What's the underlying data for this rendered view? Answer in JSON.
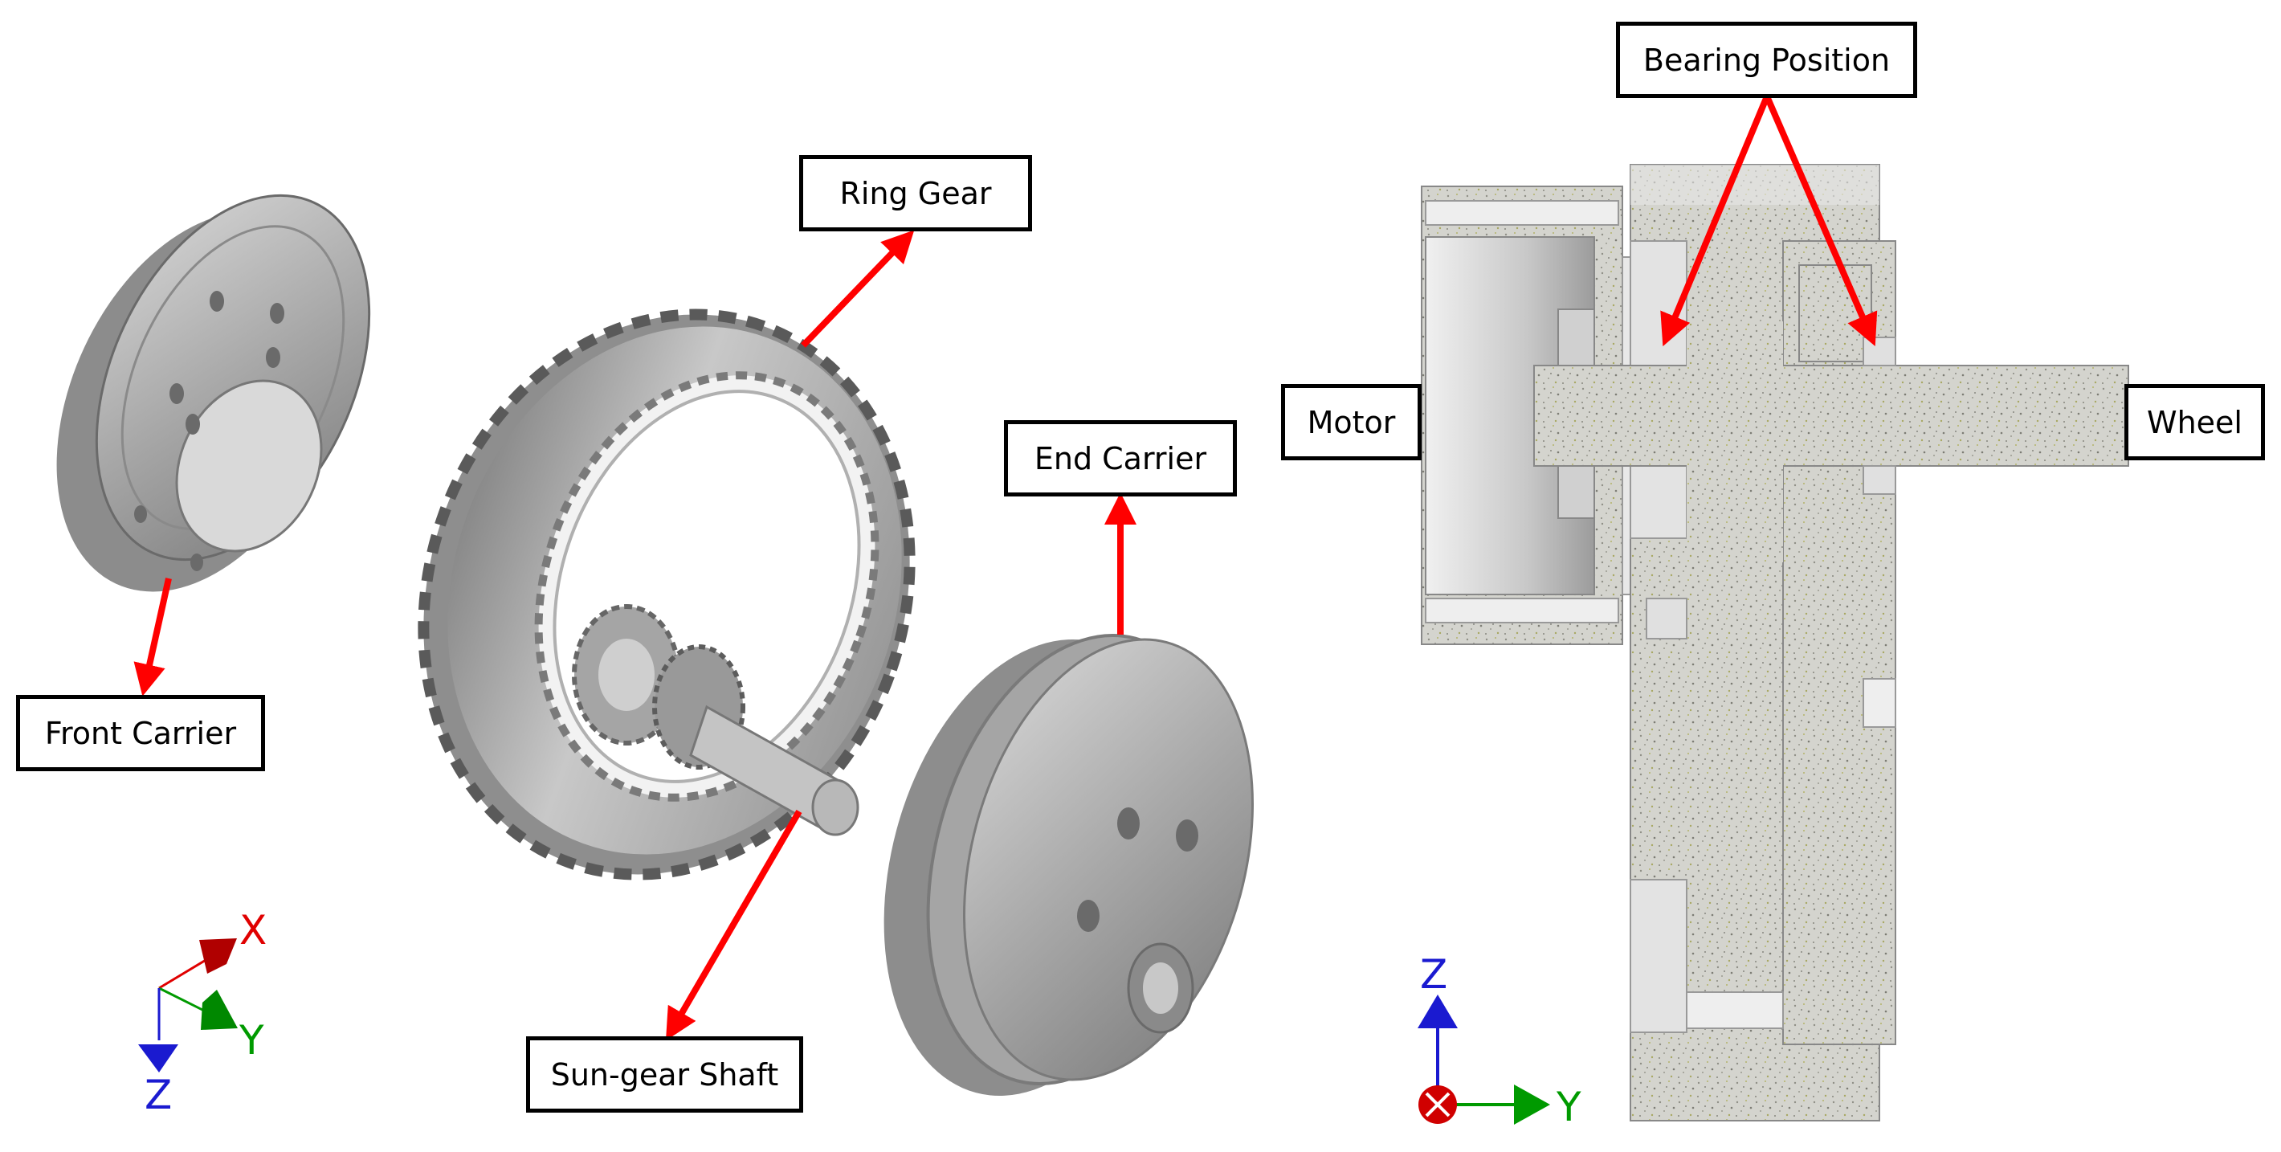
{
  "labels": {
    "ring_gear": "Ring Gear",
    "front_carrier": "Front Carrier",
    "end_carrier": "End Carrier",
    "sun_gear_shaft": "Sun-gear Shaft",
    "bearing_position": "Bearing Position",
    "motor": "Motor",
    "wheel": "Wheel"
  },
  "axes_left": {
    "x": "X",
    "y": "Y",
    "z": "Z"
  },
  "axes_right": {
    "z": "Z",
    "y": "Y"
  },
  "colors": {
    "arrow": "#ff0000",
    "part_gray": "#a9a9a9",
    "section_fill": "#cfcfcb",
    "x_axis": "#e00000",
    "y_axis": "#009a00",
    "z_axis": "#1a1ad0"
  }
}
